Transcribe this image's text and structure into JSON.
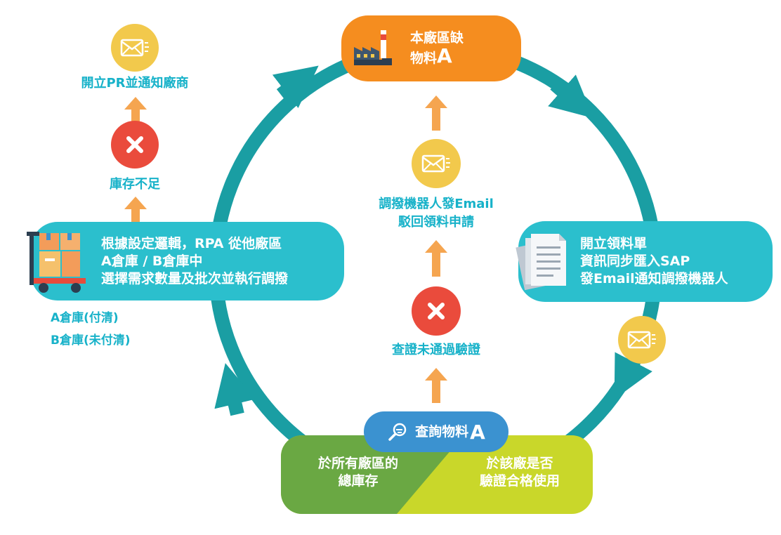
{
  "top_box": {
    "line1": "本廠區缺",
    "line2": "物料",
    "badge": "A",
    "color": "#f58d1f"
  },
  "right_box": {
    "line1": "開立領料單",
    "line2": "資訊同步匯入SAP",
    "line3": "發Email通知調撥機器人",
    "color": "#2bbfcd"
  },
  "left_box": {
    "line1": "根據設定邏輯，RPA 從他廠區",
    "line2": "A倉庫 / B倉庫中",
    "line3": "選擇需求數量及批次並執行調撥",
    "color": "#2bbfcd"
  },
  "warehouse_labels": {
    "a": "A倉庫(付清)",
    "b": "B倉庫(未付清)"
  },
  "left_chain": {
    "top_label": "開立PR並通知廠商",
    "mid_label": "庫存不足"
  },
  "center_chain": {
    "email_label_1": "調撥機器人發Email",
    "email_label_2": "駁回領料申請",
    "fail_label": "查證未通過驗證"
  },
  "bottom": {
    "query_label": "查詢物料",
    "query_badge": "A",
    "left_line1": "於所有廠區的",
    "left_line2": "總庫存",
    "right_line1": "於該廠是否",
    "right_line2": "驗證合格使用",
    "query_color": "#3b92d0",
    "left_color": "#6aa843",
    "right_color": "#c9d72a"
  },
  "colors": {
    "ring": "#1a9ea3",
    "arrow": "#f5a550",
    "email_circle": "#f2c94c",
    "fail_circle": "#ea4b3c",
    "label_text": "#17b2c9"
  }
}
